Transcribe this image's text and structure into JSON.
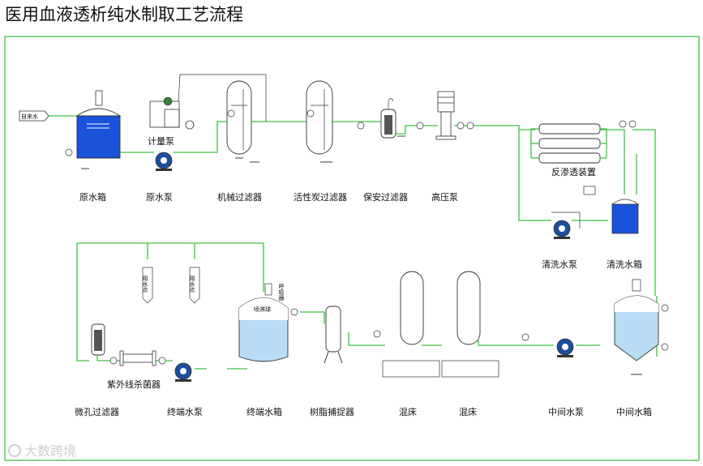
{
  "title": "医用血液透析纯水制取工艺流程",
  "inlet_label": "自来水",
  "metering_pump_label": "计量泵",
  "row1_labels": {
    "raw_tank": "原水箱",
    "raw_pump": "原水泵",
    "mech_filter": "机械过滤器",
    "carbon_filter": "活性炭过滤器",
    "security_filter": "保安过滤器",
    "hp_pump": "高压泵"
  },
  "ro_label": "反渗透装置",
  "cleaning_labels": {
    "pump": "清洗水泵",
    "tank": "清洗水箱"
  },
  "row3_labels": {
    "micro_filter": "微孔过滤器",
    "uv": "紫外线杀菌器",
    "end_pump": "终端水泵",
    "end_tank": "终端水箱",
    "resin_trap": "树脂捕捉器",
    "mixed_bed_1": "混床",
    "mixed_bed_2": "混床",
    "mid_pump": "中间水泵",
    "mid_tank": "中间水箱"
  },
  "use_point_label": "用水点",
  "breather_label": "呼吸器",
  "spray_ball_label": "喷淋球",
  "watermark": "大数跨境",
  "colors": {
    "pipe": "#3cc43c",
    "water_dark": "#1a52d9",
    "water_light": "#b8dcf5",
    "pump_blue": "#1b4e9e"
  }
}
